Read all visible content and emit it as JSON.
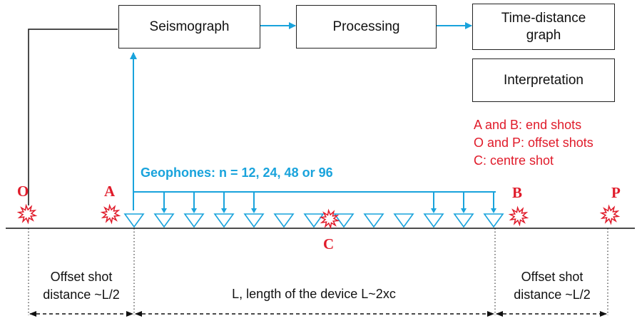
{
  "boxes": {
    "seismograph": "Seismograph",
    "processing": "Processing",
    "time_distance": "Time-distance graph",
    "interpretation": "Interpretation"
  },
  "geophones_label": "Geophones: n = 12, 24, 48 or 96",
  "shots": {
    "o": "O",
    "a": "A",
    "b": "B",
    "p": "P",
    "c": "C"
  },
  "legend": {
    "line1": "A and B: end shots",
    "line2": "O and P: offset shots",
    "line3": "C: centre shot"
  },
  "distances": {
    "left": "Offset shot distance ~L/2",
    "middle": "L, length of the device L~2xc",
    "right": "Offset shot distance ~L/2"
  },
  "colors": {
    "blue": "#19a3dc",
    "red": "#e01b2a",
    "black": "#111111"
  }
}
